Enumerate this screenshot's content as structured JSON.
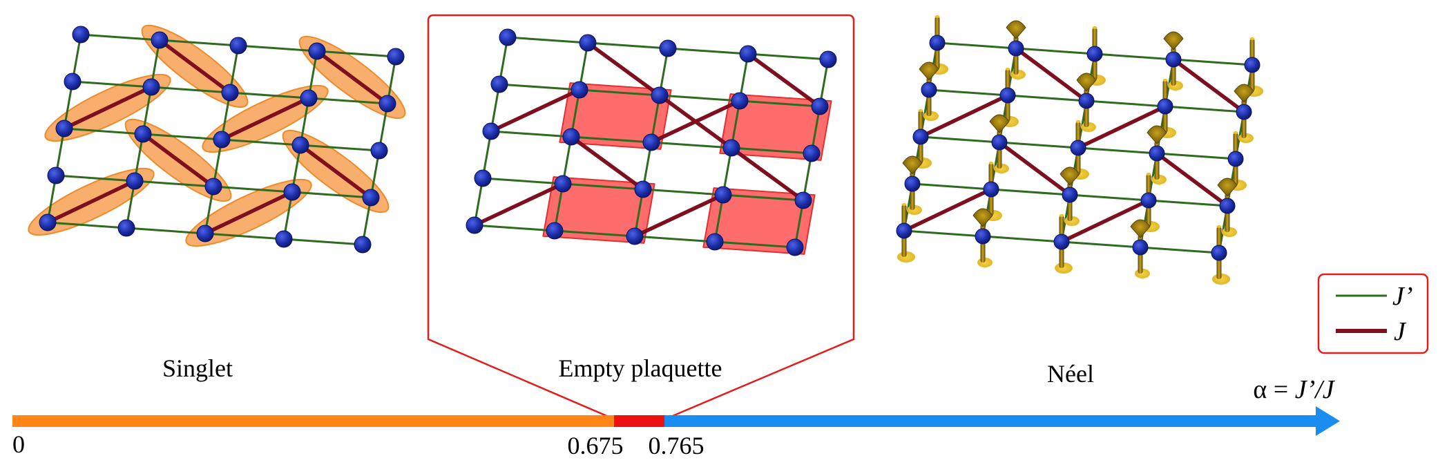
{
  "colors": {
    "j_prime_bond": "#2e6b1f",
    "j_bond": "#7d0f1f",
    "site": "#1c2ea8",
    "singlet_fill": "#f7a154",
    "plaquette_fill": "#ff5c5c",
    "plaquette_frame": "#e51c1c",
    "spin": "#8a6e0c",
    "spin_shadow": "#e8c232",
    "bar_singlet": "#ff8516",
    "bar_plaquette": "#ee1111",
    "bar_neel": "#1a8ef0",
    "legend_border": "#e51c1c"
  },
  "phases": [
    {
      "id": "singlet",
      "label": "Singlet"
    },
    {
      "id": "plaquette",
      "label": "Empty plaquette"
    },
    {
      "id": "neel",
      "label": "Néel"
    }
  ],
  "axis": {
    "title_prefix": "α = ",
    "title_expr": "J’/J",
    "ticks": [
      "0",
      "0.675",
      "0.765"
    ]
  },
  "legend": {
    "items": [
      {
        "symbol": "j_prime",
        "label": "J’"
      },
      {
        "symbol": "j",
        "label": "J"
      }
    ]
  },
  "icons": [
    "site-icon",
    "spin-arrow-icon",
    "singlet-bond-icon",
    "plaquette-icon",
    "axis-arrow-icon"
  ]
}
